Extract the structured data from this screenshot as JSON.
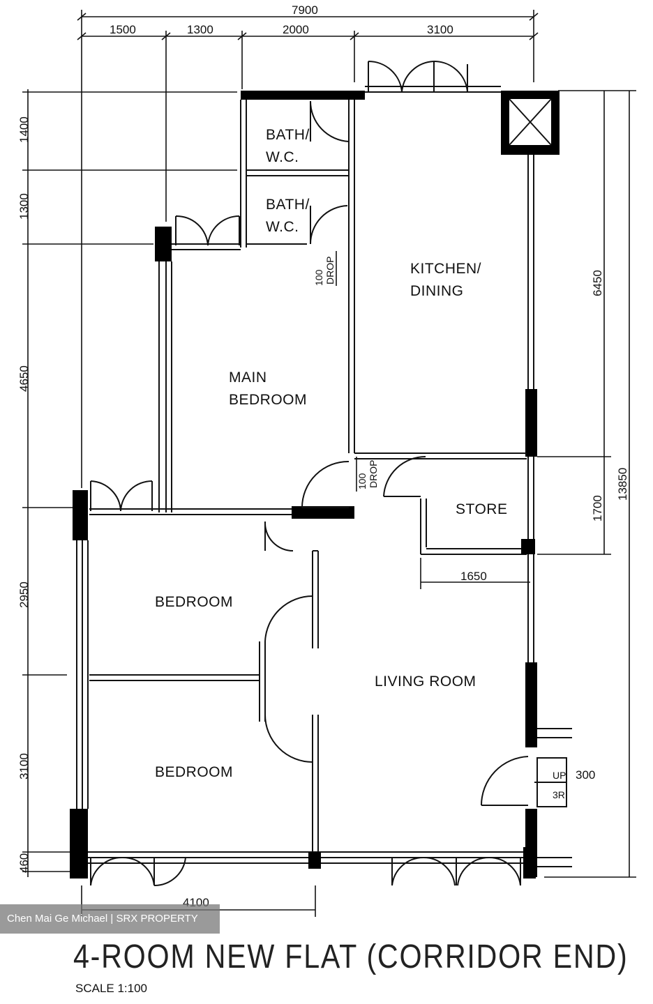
{
  "title": "4-ROOM NEW FLAT (CORRIDOR END)",
  "scale": "SCALE   1:100",
  "watermark": "Chen Mai Ge Michael | SRX PROPERTY",
  "rooms": {
    "bath1_line1": "BATH/",
    "bath1_line2": "W.C.",
    "bath2_line1": "BATH/",
    "bath2_line2": "W.C.",
    "kitchen_line1": "KITCHEN/",
    "kitchen_line2": "DINING",
    "main_bedroom_line1": "MAIN",
    "main_bedroom_line2": "BEDROOM",
    "store": "STORE",
    "bedroom1": "BEDROOM",
    "bedroom2": "BEDROOM",
    "living": "LIVING ROOM"
  },
  "dimensions": {
    "top_total": "7900",
    "top_1": "1500",
    "top_2": "1300",
    "top_3": "2000",
    "top_4": "3100",
    "left_1": "1400",
    "left_2": "1300",
    "left_3": "4650",
    "left_4": "2950",
    "left_5": "3100",
    "left_6": "460",
    "right_1": "6450",
    "right_2": "1700",
    "right_total": "13850",
    "store_width": "1650",
    "bottom": "4100"
  },
  "annotations": {
    "drop1_a": "100",
    "drop1_b": "DROP",
    "drop2_a": "100",
    "drop2_b": "DROP",
    "up": "UP",
    "up_value": "300",
    "riser": "3R"
  }
}
